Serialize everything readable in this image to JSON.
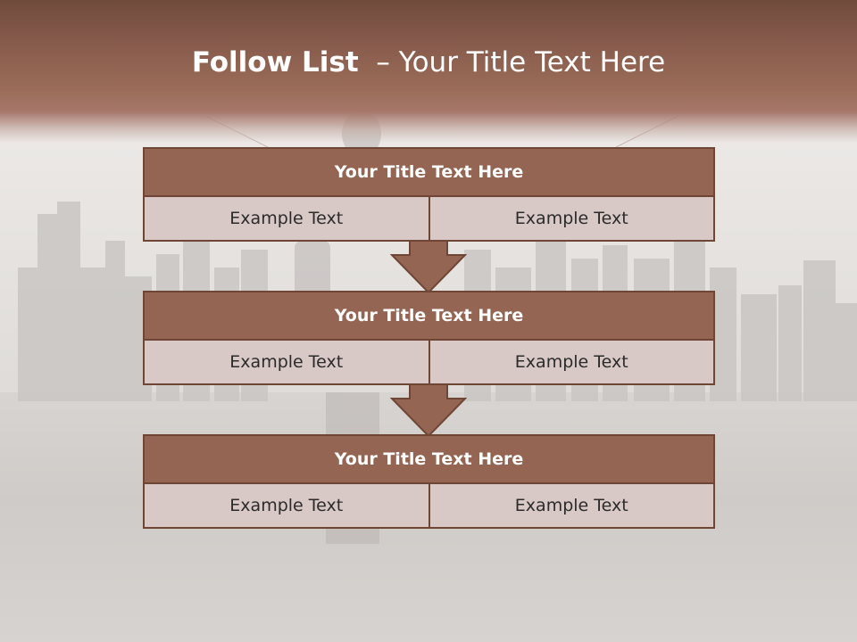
{
  "title": {
    "bold": "Follow List",
    "rest": "– Your Title Text Here"
  },
  "blocks": [
    {
      "title": "Your Title Text Here",
      "left": "Example Text",
      "right": "Example Text"
    },
    {
      "title": "Your Title Text Here",
      "left": "Example Text",
      "right": "Example Text"
    },
    {
      "title": "Your Title Text Here",
      "left": "Example Text",
      "right": "Example Text"
    }
  ],
  "colors": {
    "header_band": "#8b5e4d",
    "block_title_fill": "#946552",
    "block_border": "#6f4536",
    "row_fill": "#d8c9c6",
    "arrow_fill": "#946552"
  }
}
